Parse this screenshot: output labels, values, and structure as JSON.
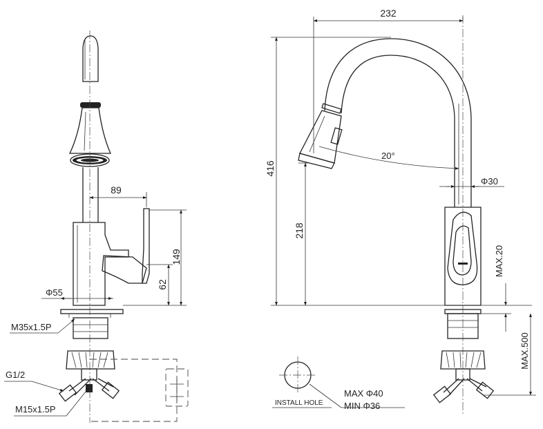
{
  "dimensions": {
    "side_view": {
      "spout_reach": "89",
      "body_height": "149",
      "handle_height": "62",
      "base_diameter": "Φ55",
      "mount_thread": "M35x1.5P",
      "inlet_thread": "G1/2",
      "hose_thread": "M15x1.5P"
    },
    "front_view": {
      "overall_width": "232",
      "overall_height": "416",
      "outlet_height": "218",
      "swivel_angle": "20°",
      "spout_diameter": "Φ30",
      "max_deck_thickness": "MAX.20",
      "max_hose_length": "MAX.500"
    }
  },
  "install_hole": {
    "label": "INSTALL HOLE",
    "max_diameter": "MAX Φ40",
    "min_diameter": "MIN Φ36"
  },
  "colors": {
    "line": "#222222",
    "background": "#ffffff"
  }
}
